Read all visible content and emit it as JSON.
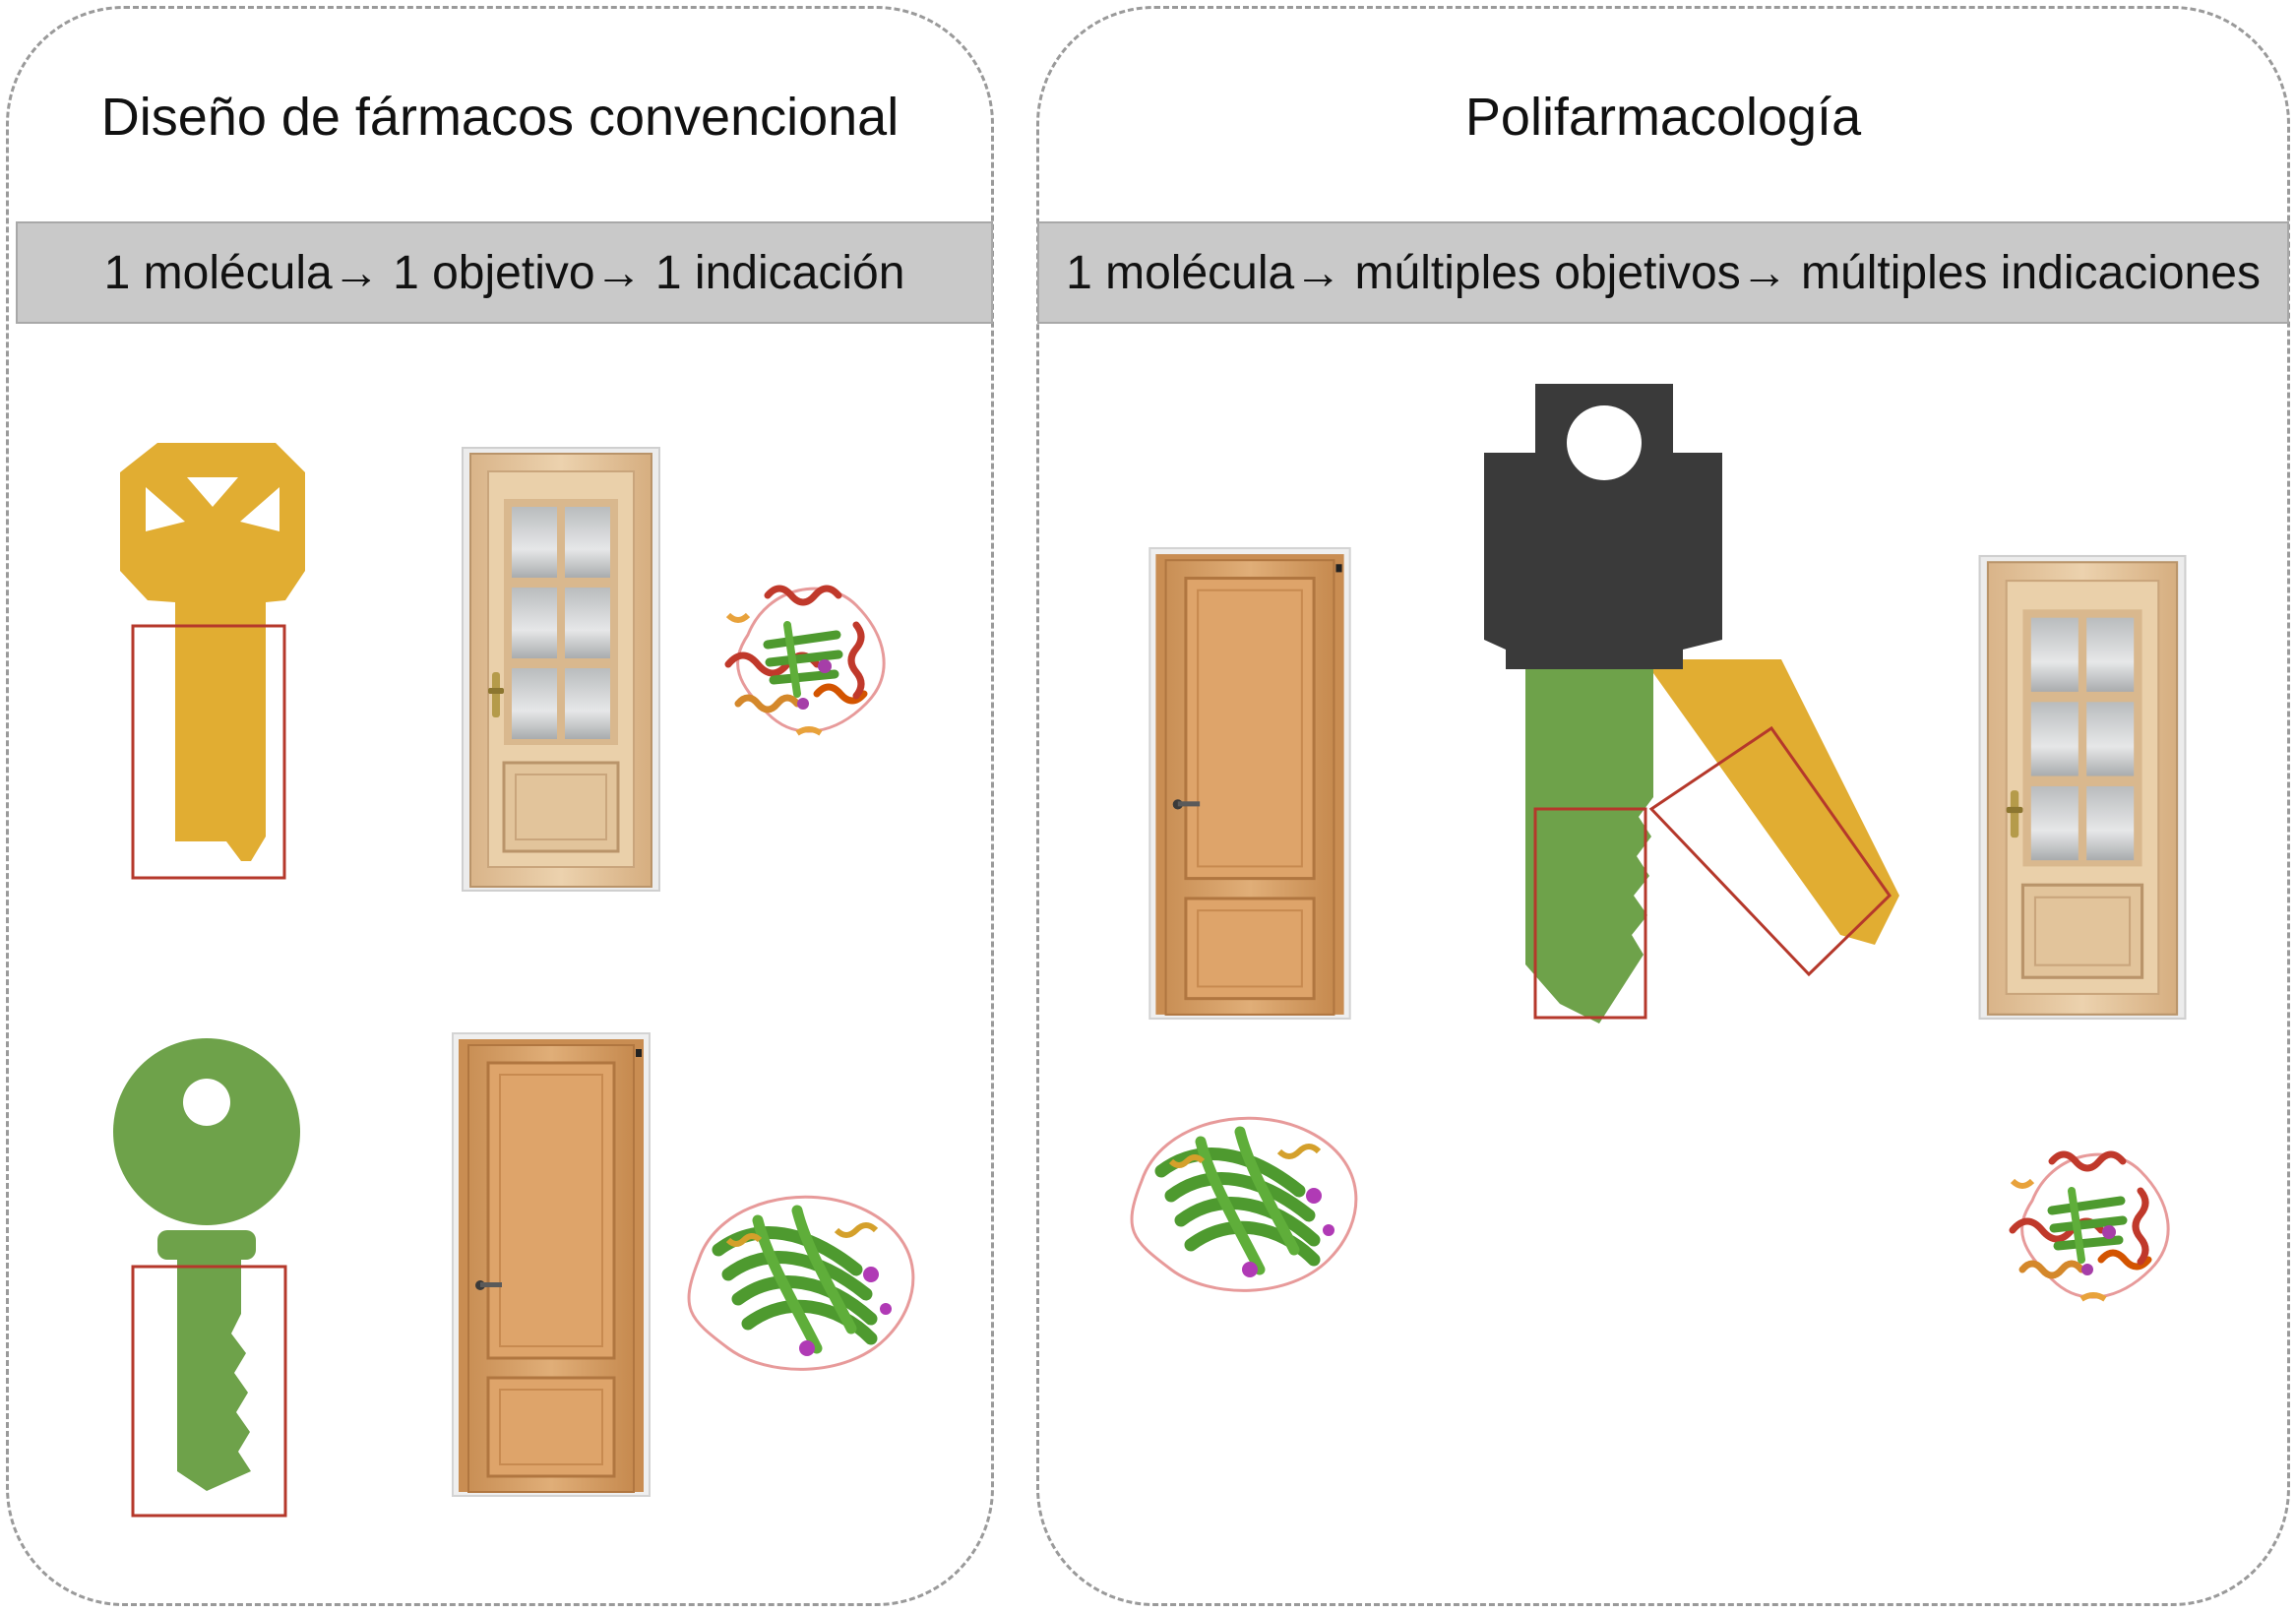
{
  "panels": {
    "left": {
      "title": "Diseño de fármacos convencional",
      "band": "1 molécula→ 1 objetivo→ 1 indicación"
    },
    "right": {
      "title": "Polifarmacología",
      "band": "1 molécula→ múltiples objetivos→ múltiples indicaciones"
    }
  },
  "colors": {
    "key_yellow": "#e1ad32",
    "key_green": "#6ea24a",
    "key_dark": "#3a3a3a",
    "highlight_box": "#b5382b",
    "band": "#c9c9c9",
    "wood": "#d7a36c",
    "glass": "#c6c9cb"
  },
  "icons": [
    "yellow-key-icon",
    "green-key-icon",
    "dark-key-icon",
    "glass-door-icon",
    "wooden-door-icon",
    "globular-protein-icon",
    "beta-sheet-protein-icon"
  ]
}
